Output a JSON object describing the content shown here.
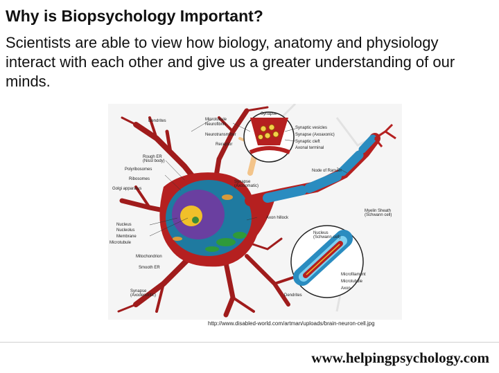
{
  "slide": {
    "title": "Why is Biopsychology Important?",
    "body": "Scientists are able to view how biology, anatomy and physiology interact with each other and give us a greater understanding of our minds."
  },
  "figure": {
    "credit": "http://www.disabled-world.com/artman/uploads/brain-neuron-cell.jpg",
    "labels": {
      "dendrites_top": "Dendrites",
      "microtubule": "Microtubule",
      "neurofibrils": "Neurofibrils",
      "neurotransmitter": "Neurotransmitter",
      "receptor": "Receptor",
      "synapse_top": "Synapse",
      "synaptic_vesicles": "Synaptic vesicles",
      "synapse_axoaxonic": "Synapse (Axoaxonic)",
      "synaptic_cleft": "Synaptic cleft",
      "axonal_terminal": "Axonal terminal",
      "rough_er": "Rough ER",
      "rough_er_sub": "(Nissl body)",
      "polyribosomes": "Polyribosomes",
      "ribosomes": "Ribosomes",
      "golgi": "Golgi apparatus",
      "synapse_axosomatic": "Synapse",
      "synapse_axosomatic_sub": "(Axosomatic)",
      "node_ranvier": "Node of Ranvier",
      "myelin_sheath": "Myelin Sheath",
      "myelin_sheath_sub": "(Schwann cell)",
      "axon_hillock": "Axon hillock",
      "nucleus": "Nucleus",
      "nucleolus": "Nucleolus",
      "membrane": "Membrane",
      "microtubule_left": "Microtubule",
      "mitochondrion": "Mitochondrion",
      "smooth_er": "Smooth ER",
      "synapse_axodendritic": "Synapse",
      "synapse_axodendritic_sub": "(Axodendritic)",
      "nucleus_schwann": "Nucleus",
      "nucleus_schwann_sub": "(Schwann cell)",
      "microfilament": "Microfilament",
      "microtubule_axon": "Microtubule",
      "axon": "Axon",
      "dendrites_bottom": "Dendrites"
    }
  },
  "footer": {
    "site": "www.helpingpsychology.com"
  }
}
